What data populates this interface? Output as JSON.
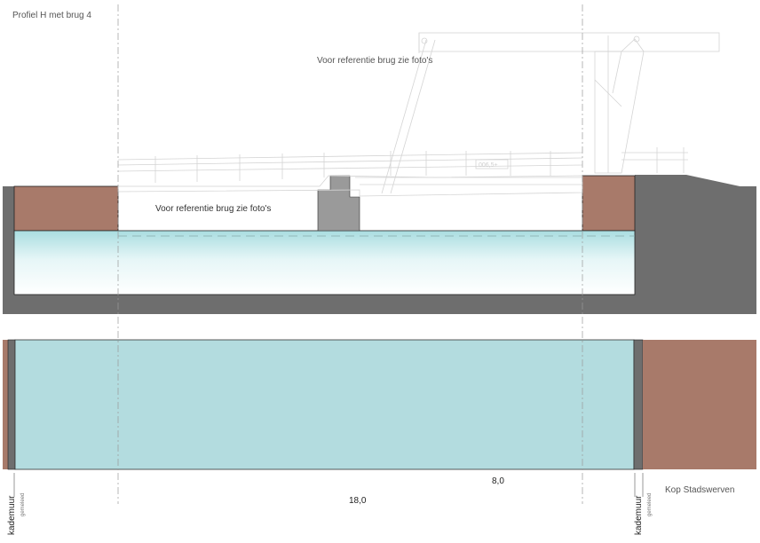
{
  "title": "Profiel H met brug 4",
  "annotations": {
    "reference_top": "Voor referentie brug zie foto's",
    "reference_mid": "Voor referentie brug zie foto's",
    "bridge_sign": "006,5+"
  },
  "dimensions": {
    "total": "18,0",
    "partial": "8,0"
  },
  "labels": {
    "kademuur_left": "kademuur",
    "gemeleed_left": "gemeleed",
    "kademuur_right": "kademuur",
    "gemeleed_right": "gemeleed",
    "kop": "Kop Stadswerven"
  },
  "colors": {
    "ground": "#6e6e6e",
    "quay": "#a87a6a",
    "water_plan": "#b3dcdf",
    "bridge_lines": "#d0d0d0",
    "pillar": "#9a9a9a"
  }
}
